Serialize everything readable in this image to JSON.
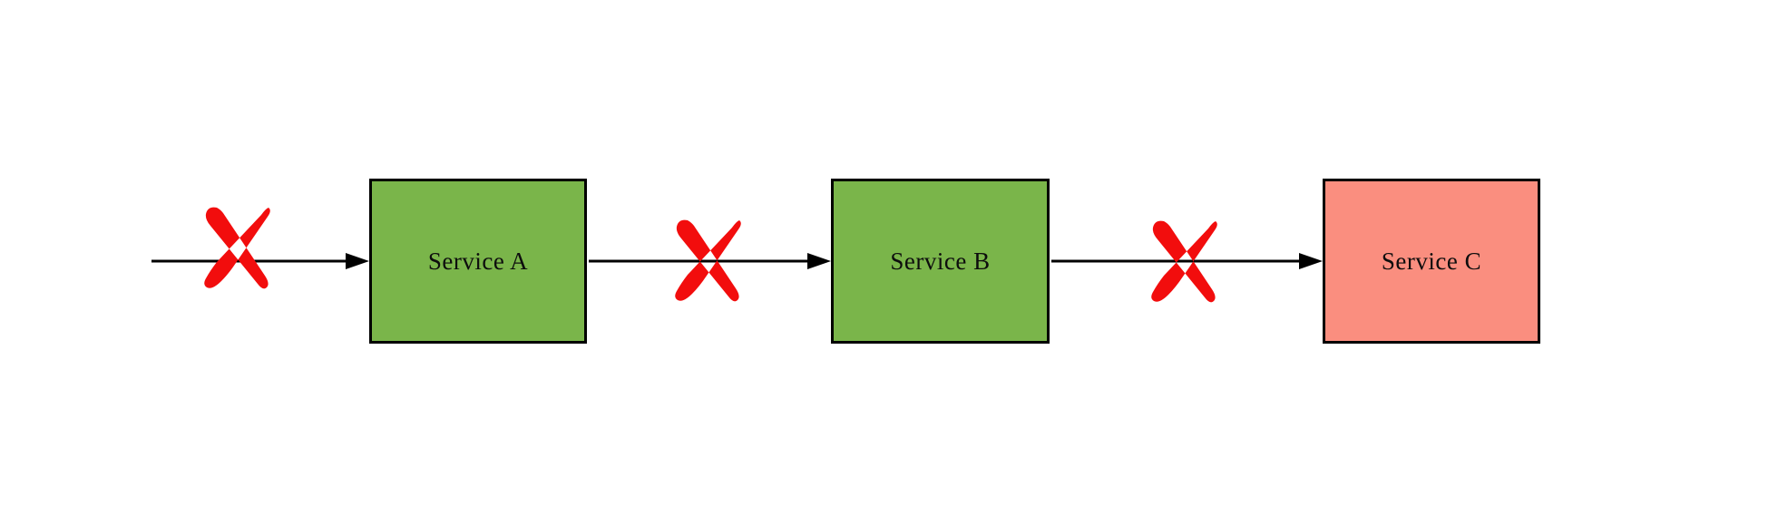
{
  "diagram": {
    "type": "service-flow",
    "background": "#ffffff",
    "nodes": [
      {
        "id": "service-a",
        "label": "Service A",
        "fill": "#7ab54a",
        "stroke": "#000000",
        "status": "healthy"
      },
      {
        "id": "service-b",
        "label": "Service B",
        "fill": "#7ab54a",
        "stroke": "#000000",
        "status": "healthy"
      },
      {
        "id": "service-c",
        "label": "Service C",
        "fill": "#fa8e7f",
        "stroke": "#000000",
        "status": "failing"
      }
    ],
    "edges": [
      {
        "from": "external",
        "to": "service-a",
        "blocked": true
      },
      {
        "from": "service-a",
        "to": "service-b",
        "blocked": true
      },
      {
        "from": "service-b",
        "to": "service-c",
        "blocked": true
      }
    ],
    "colors": {
      "arrow": "#000000",
      "blocked_x": "#f20d0d",
      "node_border": "#000000"
    }
  }
}
